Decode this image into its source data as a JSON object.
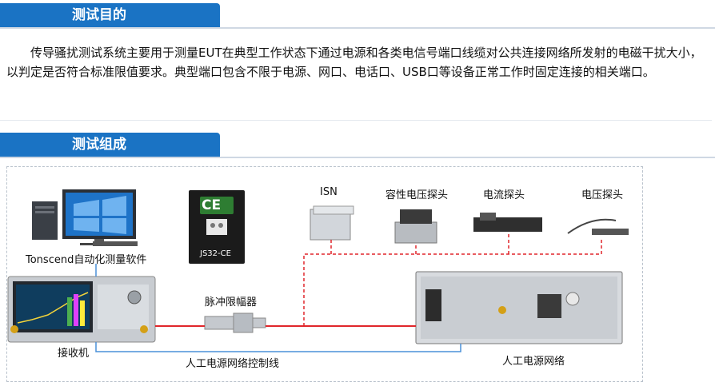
{
  "section1": {
    "title": "测试目的"
  },
  "purpose_text": "传导骚扰测试系统主要用于测量EUT在典型工作状态下通过电源和各类电信号端口线缆对公共连接网络所发射的电磁干扰大小，以判定是否符合标准限值要求。典型端口包含不限于电源、网口、电话口、USB口等设备正常工作时固定连接的相关端口。",
  "section2": {
    "title": "测试组成"
  },
  "diagram": {
    "software_label": "Tonscend自动化测量软件",
    "ce_logo_text": "CE",
    "ce_card_text": "JS32-CE",
    "receiver_label": "接收机",
    "limiter_label": "脉冲限幅器",
    "isn_label": "ISN",
    "cap_probe_label": "容性电压探头",
    "current_probe_label": "电流探头",
    "voltage_probe_label": "电压探头",
    "lisn_label": "人工电源网络",
    "control_line_label": "人工电源网络控制线"
  },
  "colors": {
    "header_blue": "#1a73c4",
    "rf_red": "#e0262b",
    "control_blue": "#4a90d9"
  }
}
